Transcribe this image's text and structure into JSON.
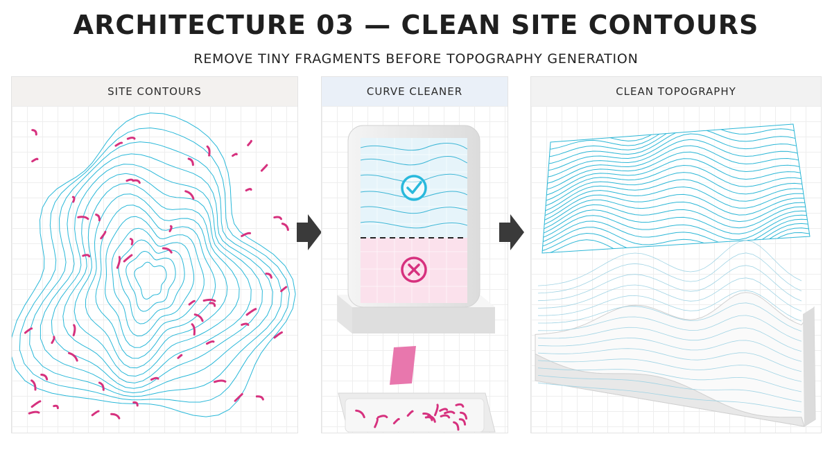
{
  "title": "ARCHITECTURE 03 — CLEAN SITE CONTOURS",
  "subtitle": "REMOVE TINY FRAGMENTS BEFORE TOPOGRAPHY GENERATION",
  "panels": [
    {
      "label": "SITE CONTOURS"
    },
    {
      "label": "CURVE CLEANER"
    },
    {
      "label": "CLEAN TOPOGRAPHY"
    }
  ],
  "colors": {
    "contour": "#27b7d8",
    "fragment": "#d6317e",
    "accept": "#29b9dc",
    "reject": "#d6317e",
    "filter_top": "#e6f4fa",
    "filter_bottom": "#fbe1ec",
    "arrow": "#3a3a3a"
  },
  "icons": {
    "arrow_1": "arrow-right-icon",
    "arrow_2": "arrow-right-icon",
    "accept": "checkmark-circle-icon",
    "reject": "x-circle-icon"
  }
}
